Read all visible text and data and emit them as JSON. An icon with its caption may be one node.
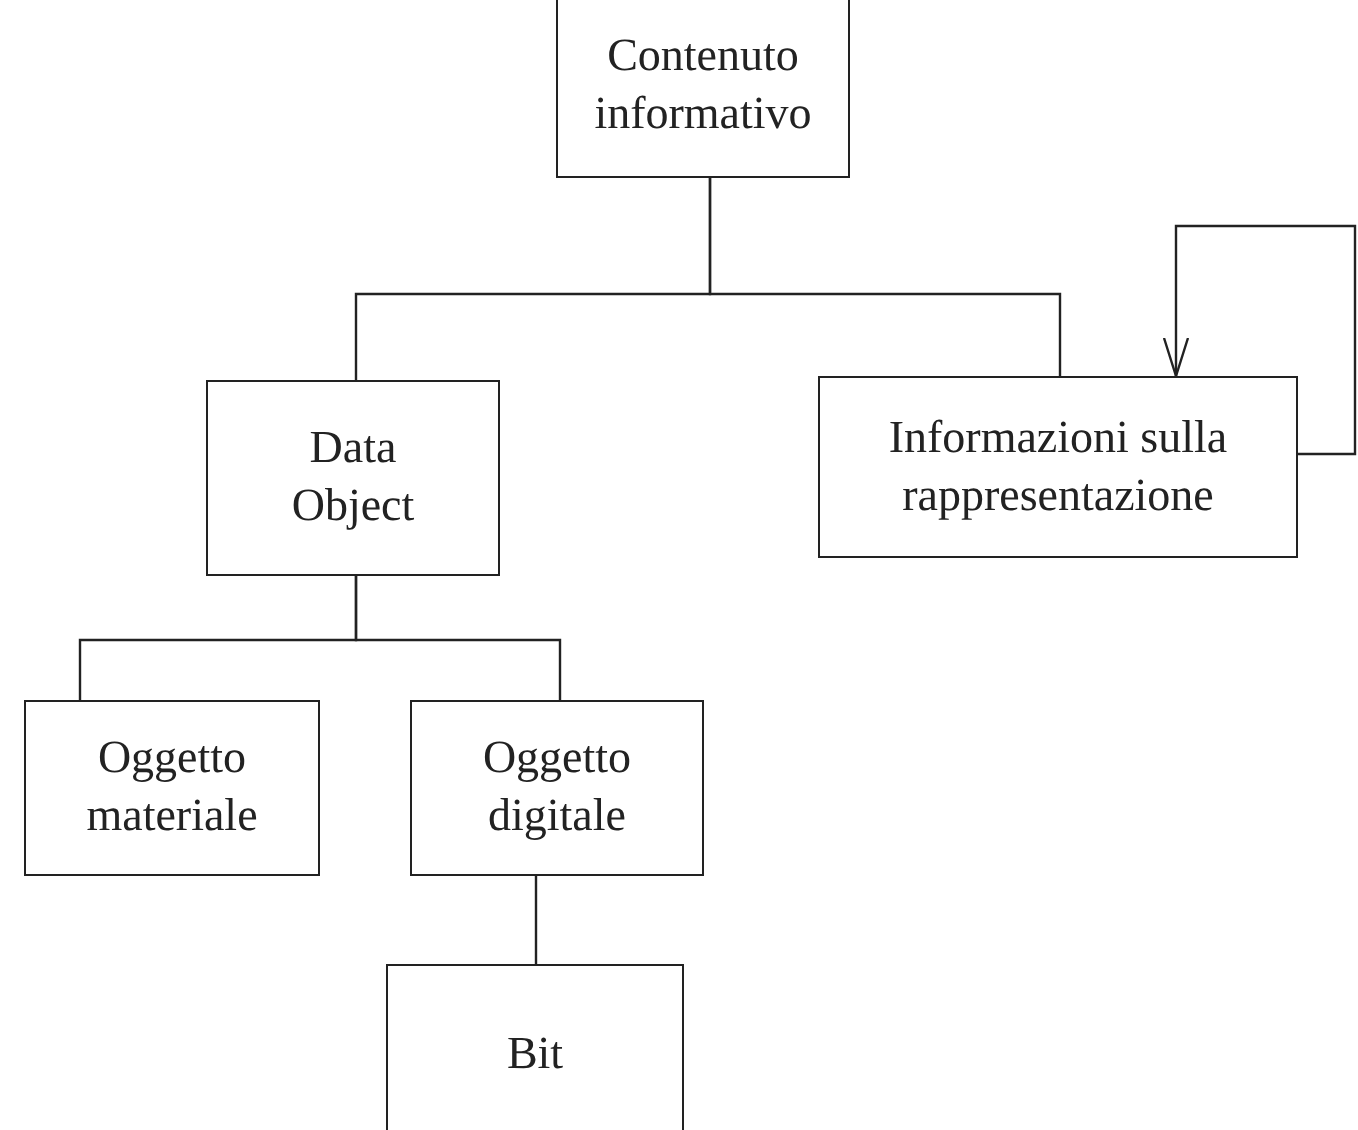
{
  "diagram": {
    "nodes": [
      {
        "text": [
          "Contenuto informativo"
        ]
      },
      {
        "text": [
          "Data Object"
        ]
      },
      {
        "text": [
          "Informazioni sulla rappresentazione"
        ]
      },
      {
        "text": [
          "Oggetto materiale"
        ]
      },
      {
        "text": [
          "Oggetto digitale"
        ]
      },
      {
        "text": [
          "Bit"
        ]
      }
    ],
    "edges": [
      {
        "from": 0,
        "to": 1,
        "arrow": "none"
      },
      {
        "from": 0,
        "to": 2,
        "arrow": "none"
      },
      {
        "from": 1,
        "to": 3,
        "arrow": "none"
      },
      {
        "from": 1,
        "to": 4,
        "arrow": "none"
      },
      {
        "from": 4,
        "to": 5,
        "arrow": "none"
      },
      {
        "from": 2,
        "to": 2,
        "arrow": "to"
      }
    ]
  }
}
